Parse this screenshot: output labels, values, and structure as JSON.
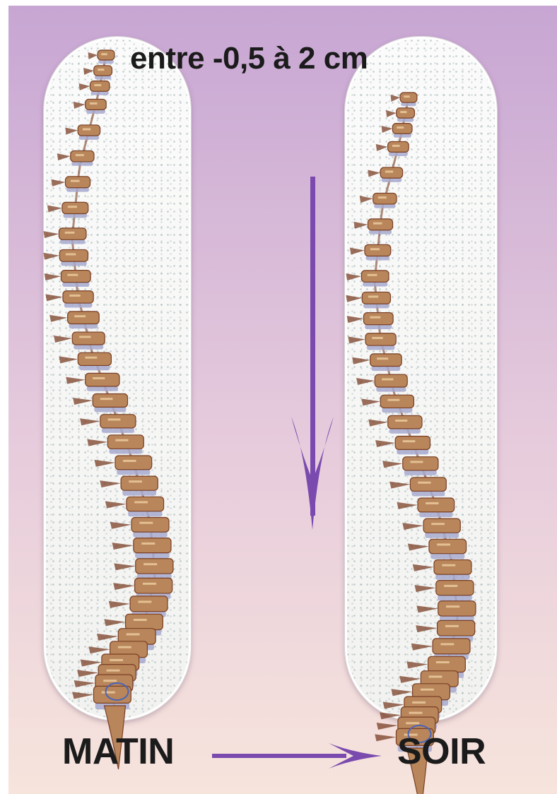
{
  "caption_top": "entre -0,5 à 2 cm",
  "label_left": "MATIN",
  "label_right": "SOIR",
  "colors": {
    "background_top": "#c7a6d3",
    "background_bottom": "#f7e4dc",
    "arrow": "#7a4aae",
    "bone": "#b8865a",
    "bone_dark": "#7a3f26",
    "disc": "#a7a9cf"
  },
  "icons": {
    "down_arrow": "down-arrow-icon",
    "right_arrow": "right-arrow-icon",
    "spine_left": "spine-illustration",
    "spine_right": "spine-illustration"
  }
}
